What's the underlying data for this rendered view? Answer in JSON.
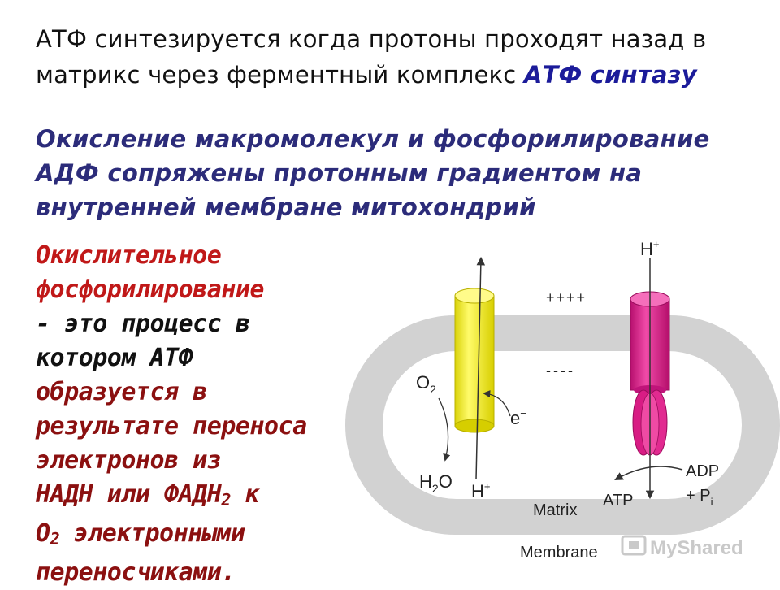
{
  "heading": {
    "line_a": "АТФ синтезируется когда протоны проходят назад в",
    "line_b": "матрикс через ферментный комплекс ",
    "highlight": "АТФ синтазу"
  },
  "statement": [
    "Окисление макромолекул и фосфорилирование",
    "АДФ сопряжены протонным градиентом на",
    "внутренней мембране митохондрий"
  ],
  "definition": {
    "term_1": "Окислительное",
    "term_2": "фосфорилирование",
    "l3": "- это процесс в",
    "l4": "котором АТФ",
    "l5": "образуется в",
    "l6": "результате переноса",
    "l7": "электронов из",
    "l8a": "НАДН или ФАДН",
    "l8sub": "2",
    "l8b": " к",
    "l9a": "О",
    "l9sub": "2",
    "l9b": " электронными",
    "l10": "переносчиками."
  },
  "diagram": {
    "h_top": "H",
    "h_top_sup": "+",
    "plus_signs": "++++",
    "minus_signs": "----",
    "o2": "O",
    "o2_sub": "2",
    "electron": "e",
    "electron_sup": "−",
    "h2o_a": "H",
    "h2o_sub": "2",
    "h2o_b": "O",
    "h_bottom": "H",
    "h_bottom_sup": "+",
    "adp": "ADP",
    "pi": "+ P",
    "pi_sub": "i",
    "atp": "ATP",
    "matrix": "Matrix",
    "membrane": "Membrane"
  },
  "watermark": {
    "text": "MyShared"
  },
  "colors": {
    "heading_text": "#111111",
    "highlight": "#1b1b9a",
    "statement": "#2c2c7a",
    "term_red": "#c01818",
    "definition_dark": "#8b1010",
    "membrane_gray": "#d2d2d2",
    "complex_yellow": "#f3ef18",
    "atp_synthase_magenta": "#e0208f"
  }
}
